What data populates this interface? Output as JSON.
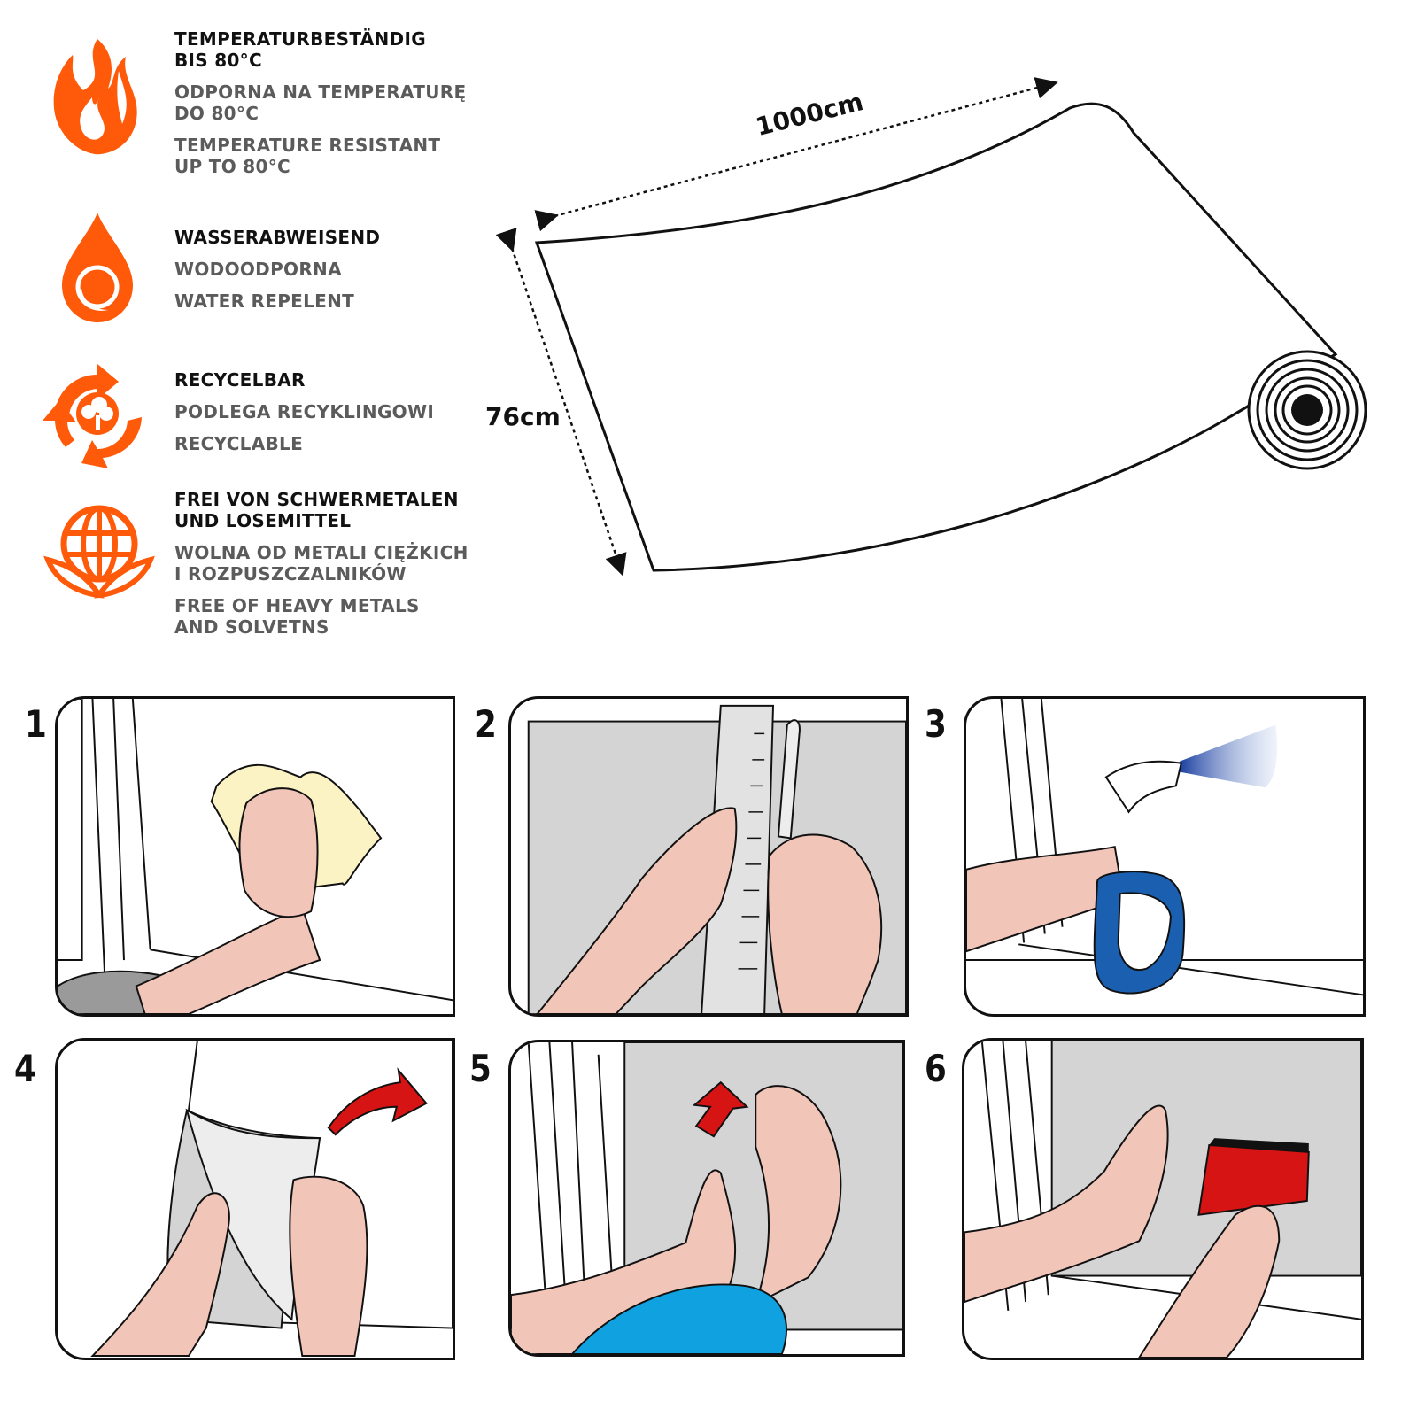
{
  "colors": {
    "accent": "#ff5a0a",
    "arrow_red": "#d61414",
    "skin": "#f2c5b9",
    "window_gray": "#d4d4d4",
    "spray_blue": "#1b5fb0",
    "sleeve_blue": "#10a2e0"
  },
  "features": [
    {
      "icon": "flame-icon",
      "de": "TEMPERATURBESTÄNDIG\nBIS 80°C",
      "pl": "ODPORNA NA TEMPERATURĘ\nDO 80°C",
      "en": "TEMPERATURE RESISTANT\nUP TO 80°C"
    },
    {
      "icon": "water-drop-icon",
      "de": "WASSERABWEISEND",
      "pl": "WODOODPORNA",
      "en": "WATER REPELENT"
    },
    {
      "icon": "recycle-tree-icon",
      "de": "RECYCELBAR",
      "pl": "PODLEGA RECYKLINGOWI",
      "en": "RECYCLABLE"
    },
    {
      "icon": "globe-leaves-icon",
      "de": "FREI VON SCHWERMETALEN\nUND LOSEMITTEL",
      "pl": "WOLNA OD METALI CIĘŻKICH\nI ROZPUSZCZALNIKÓW",
      "en": "FREE OF HEAVY METALS\nAND SOLVETNS"
    }
  ],
  "roll": {
    "length_label": "1000cm",
    "width_label": "76cm"
  },
  "steps": [
    {
      "number": "1",
      "scene": "wipe-window-with-cloth"
    },
    {
      "number": "2",
      "scene": "cut-film-with-ruler"
    },
    {
      "number": "3",
      "scene": "spray-water-on-glass"
    },
    {
      "number": "4",
      "scene": "peel-backing-film"
    },
    {
      "number": "5",
      "scene": "apply-film-to-glass"
    },
    {
      "number": "6",
      "scene": "squeegee-out-bubbles"
    }
  ]
}
